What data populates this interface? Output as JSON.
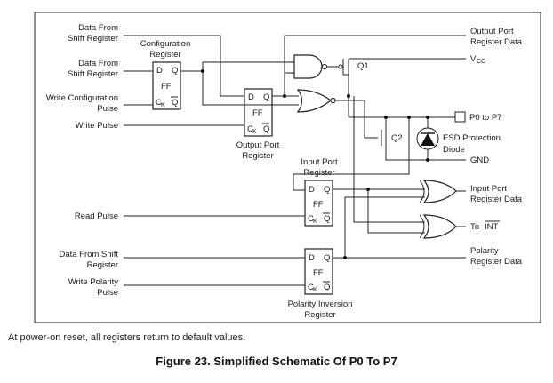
{
  "schematic": {
    "inputs": {
      "data_from_shift_register_1": [
        "Data From",
        "Shift Register"
      ],
      "data_from_shift_register_2": [
        "Data From",
        "Shift Register"
      ],
      "write_configuration_pulse": [
        "Write Configuration",
        "Pulse"
      ],
      "write_pulse": "Write Pulse",
      "read_pulse": "Read Pulse",
      "data_from_shift_register_3": [
        "Data From Shift",
        "Register"
      ],
      "write_polarity_pulse": [
        "Write Polarity",
        "Pulse"
      ]
    },
    "blocks": {
      "configuration_register": [
        "Configuration",
        "Register"
      ],
      "output_port_register": [
        "Output Port",
        "Register"
      ],
      "input_port_register": [
        "Input Port",
        "Register"
      ],
      "polarity_inversion_register": [
        "Polarity Inversion",
        "Register"
      ]
    },
    "flipflop": {
      "d": "D",
      "q": "Q",
      "ff": "FF",
      "ck": "C",
      "ck_sub": "K",
      "qbar": "Q"
    },
    "transistors": {
      "q1": "Q1",
      "q2": "Q2"
    },
    "outputs": {
      "output_port_register_data": [
        "Output Port",
        "Register Data"
      ],
      "vcc": "V",
      "vcc_sub": "CC",
      "p0_to_p7": "P0 to P7",
      "esd_protection_diode": [
        "ESD Protection",
        "Diode"
      ],
      "gnd": "GND",
      "input_port_register_data": [
        "Input Port",
        "Register Data"
      ],
      "to_int": "To",
      "int_label": "INT",
      "polarity_register_data": [
        "Polarity",
        "Register Data"
      ]
    }
  },
  "footnote": "At power-on reset, all registers return to default values.",
  "caption": "Figure 23.  Simplified Schematic Of P0 To P7"
}
